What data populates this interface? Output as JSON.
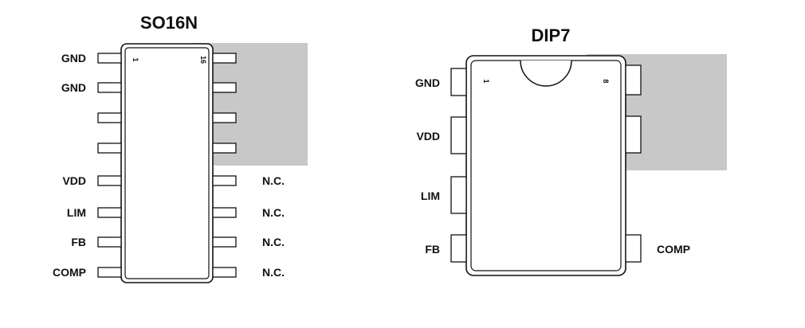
{
  "colors": {
    "highlight": "#c8c8c8",
    "stroke": "#111111",
    "background": "#ffffff"
  },
  "so16n": {
    "title": "SO16N",
    "pin1_marker": "1",
    "pin16_marker": "16",
    "left_pins": [
      "GND",
      "GND",
      "",
      "",
      "VDD",
      "LIM",
      "FB",
      "COMP"
    ],
    "right_pins": [
      "",
      "",
      "",
      "",
      "N.C.",
      "N.C.",
      "N.C.",
      "N.C."
    ]
  },
  "dip7": {
    "title": "DIP7",
    "pin1_marker": "1",
    "pin8_marker": "8",
    "left_pins": [
      "GND",
      "VDD",
      "LIM",
      "FB"
    ],
    "right_pins": [
      "",
      "",
      "",
      "COMP"
    ]
  }
}
